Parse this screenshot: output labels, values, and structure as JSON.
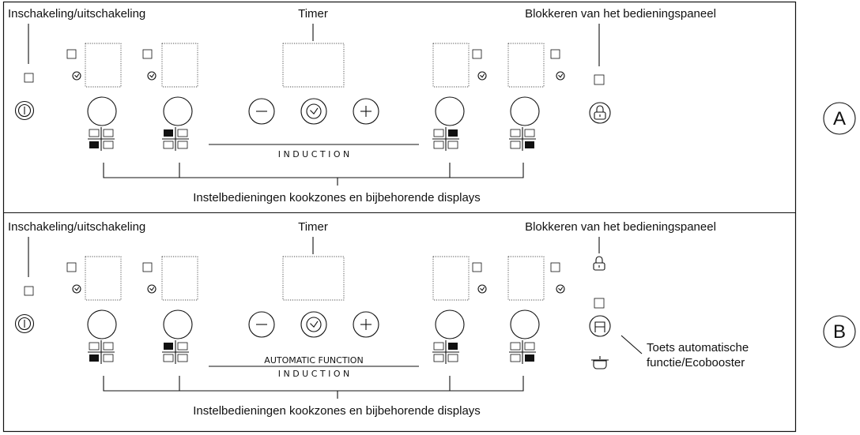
{
  "panels": [
    {
      "id": "A",
      "letter": "A",
      "labels": {
        "power": "Inschakeling/uitschakeling",
        "timer": "Timer",
        "lock": "Blokkeren van het bedieningspaneel",
        "zones": "Instelbedieningen kookzones en bijbehorende displays"
      },
      "induction": "I N D U C T I O N"
    },
    {
      "id": "B",
      "letter": "B",
      "labels": {
        "power": "Inschakeling/uitschakeling",
        "timer": "Timer",
        "lock": "Blokkeren van het bedieningspaneel",
        "zones": "Instelbedieningen kookzones en bijbehorende displays",
        "auto_line1": "Toets automatische",
        "auto_line2": "functie/Ecobooster"
      },
      "automatic": "AUTOMATIC FUNCTION",
      "induction": "I N D U C T I O N"
    }
  ],
  "icons": [
    "power-icon",
    "minus-icon",
    "clock-icon",
    "plus-icon",
    "padlock-icon",
    "letter-a-display-icon",
    "pot-icon"
  ]
}
